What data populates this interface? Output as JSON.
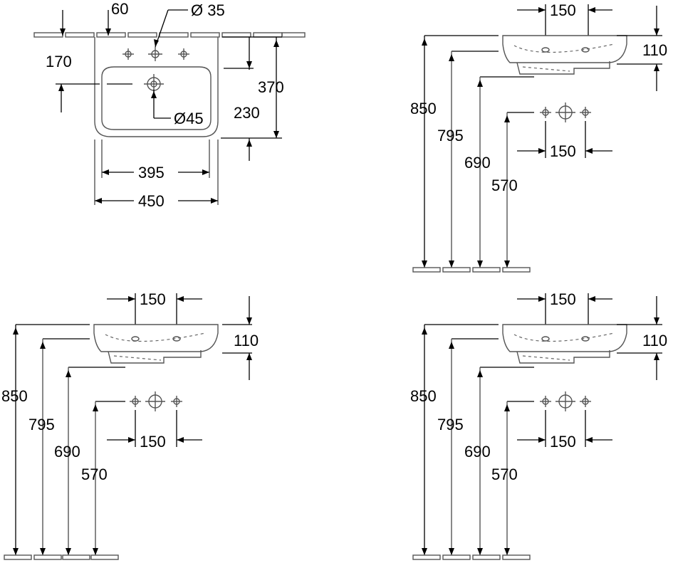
{
  "plan_view": {
    "dim_60": "60",
    "dim_tap_hole": "Ø 35",
    "dim_170": "170",
    "dim_370": "370",
    "dim_230": "230",
    "dim_overflow": "Ø45",
    "dim_395": "395",
    "dim_450": "450"
  },
  "side_view_top_right": {
    "dim_top_spacing": "150",
    "dim_110": "110",
    "dim_850": "850",
    "dim_795": "795",
    "dim_690": "690",
    "dim_570": "570",
    "dim_bottom_spacing": "150"
  },
  "side_view_bottom_left": {
    "dim_top_spacing": "150",
    "dim_110": "110",
    "dim_850": "850",
    "dim_795": "795",
    "dim_690": "690",
    "dim_570": "570",
    "dim_bottom_spacing": "150"
  },
  "side_view_bottom_right": {
    "dim_top_spacing": "150",
    "dim_110": "110",
    "dim_850": "850",
    "dim_795": "795",
    "dim_690": "690",
    "dim_570": "570",
    "dim_bottom_spacing": "150"
  }
}
